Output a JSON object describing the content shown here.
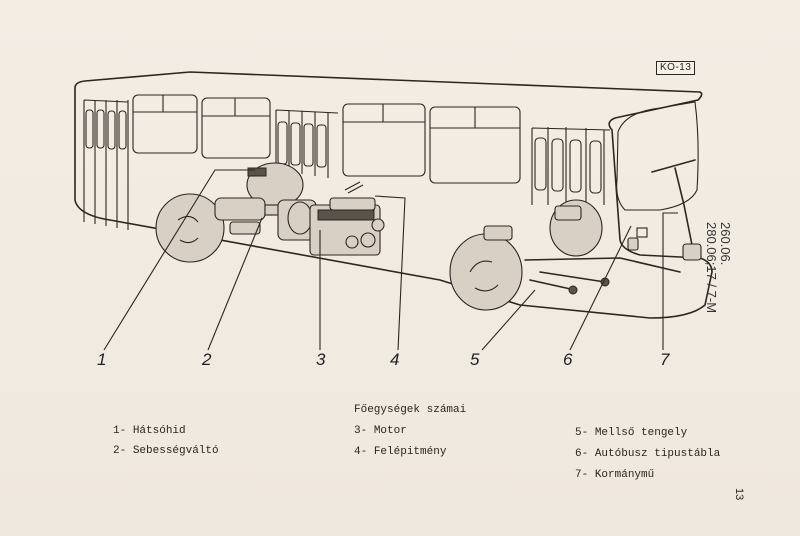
{
  "document": {
    "figure_code": "KO-13",
    "side_reference": [
      "260.06.",
      "280.06;17 / 7-M"
    ],
    "page_number": "13"
  },
  "figure": {
    "subject": "bus-chassis-cutaway",
    "callouts": [
      "1",
      "2",
      "3",
      "4",
      "5",
      "6",
      "7"
    ]
  },
  "caption": {
    "title": "Főegységek számai",
    "items": [
      {
        "number": "1-",
        "label": "Hátsóhid"
      },
      {
        "number": "2-",
        "label": "Sebességváltó"
      },
      {
        "number": "3-",
        "label": "Motor"
      },
      {
        "number": "4-",
        "label": "Felépitmény"
      },
      {
        "number": "5-",
        "label": "Mellső tengely"
      },
      {
        "number": "6-",
        "label": "Autóbusz tipustábla"
      },
      {
        "number": "7-",
        "label": "Kormánymű"
      }
    ]
  }
}
